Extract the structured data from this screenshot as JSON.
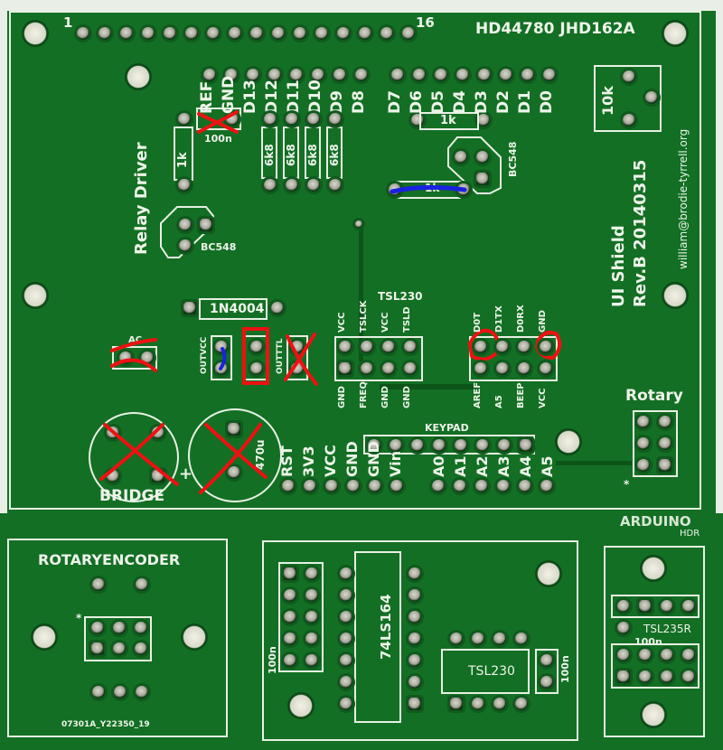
{
  "main_board": {
    "header_pin_1": "1",
    "header_pin_16": "16",
    "lcd_label": "HD44780 JHD162A",
    "digital_pins": [
      "REF",
      "GND",
      "D13",
      "D12",
      "D11",
      "D10",
      "D9",
      "D8",
      "D7",
      "D6",
      "D5",
      "D4",
      "D3",
      "D2",
      "D1",
      "D0"
    ],
    "cap_100n": "100n",
    "res_1k_left": "1k",
    "res_6k8": [
      "6k8",
      "6k8",
      "6k8",
      "6k8"
    ],
    "res_1k_top": "1k",
    "res_1k_lower": "1k",
    "transistor_right": "BC548",
    "transistor_left": "BC548",
    "relay_driver": "Relay Driver",
    "pot": "10k",
    "email": "william@brodie-tyrrell.org",
    "shield_title": "UI Shield",
    "revision": "Rev.B 20140315",
    "diode": "1N4004",
    "ac_label": "AC",
    "outvcc": "OUTVCC",
    "outttl": "OUTTTL",
    "tsl230_label": "TSL230",
    "tsl230_top_pins": [
      "VCC",
      "TSLCK",
      "VCC",
      "TSLD"
    ],
    "tsl230_bottom_pins": [
      "GND",
      "FREQ",
      "GND",
      "GND"
    ],
    "aux_top_pins": [
      "D0T",
      "D1TX",
      "D0RX",
      "GND"
    ],
    "aux_bottom_pins": [
      "AREF",
      "A5",
      "BEEP",
      "VCC"
    ],
    "keypad": "KEYPAD",
    "power_pins": [
      "RST",
      "3V3",
      "VCC",
      "GND",
      "GND",
      "Vin"
    ],
    "analog_pins": [
      "A0",
      "A1",
      "A2",
      "A3",
      "A4",
      "A5"
    ],
    "bridge": "BRIDGE",
    "cap_470u": "470u",
    "plus_sign": "+",
    "rotary": "Rotary",
    "star": "*",
    "arduino_overlap": "ARDUINO",
    "hdr_label": "HDR"
  },
  "rotary_board": {
    "title": "ROTARYENCODER",
    "star": "*",
    "order_code": "07301A_Y22350_19"
  },
  "shift_board": {
    "ic": "74LS164",
    "cap_left": "100n",
    "sensor": "TSL230",
    "cap_right": "100n"
  },
  "tsl235_board": {
    "sensor": "TSL235R",
    "cap": "100n"
  },
  "annotations": {
    "red_color": "#ee1111",
    "blue_color": "#1a22e0"
  }
}
